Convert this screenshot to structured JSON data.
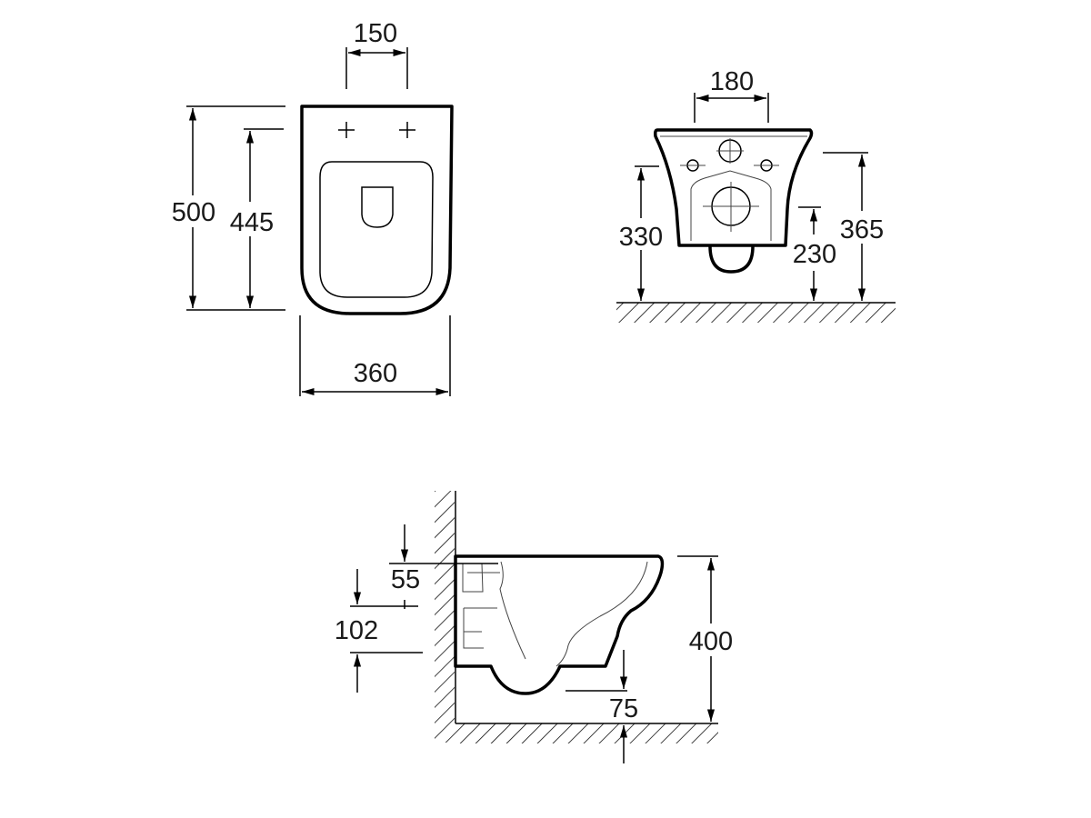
{
  "top_view": {
    "width_150": "150",
    "length_500": "500",
    "length_445": "445",
    "width_360": "360"
  },
  "front_view": {
    "spacing_180": "180",
    "height_330": "330",
    "height_230": "230",
    "height_365": "365"
  },
  "side_view": {
    "dim_55": "55",
    "dim_102": "102",
    "height_400": "400",
    "dim_75": "75"
  }
}
